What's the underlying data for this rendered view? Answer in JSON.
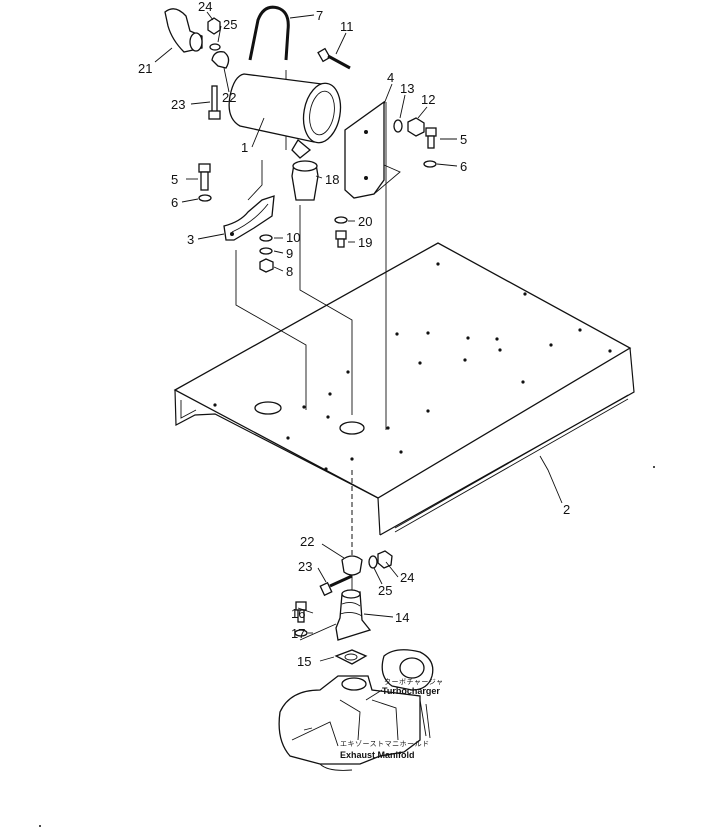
{
  "callouts": {
    "c1": "1",
    "c2": "2",
    "c3": "3",
    "c4": "4",
    "c5a": "5",
    "c5b": "5",
    "c6a": "6",
    "c6b": "6",
    "c7": "7",
    "c8": "8",
    "c9": "9",
    "c10": "10",
    "c11": "11",
    "c12": "12",
    "c13": "13",
    "c14": "14",
    "c15": "15",
    "c16": "16",
    "c17": "17",
    "c18": "18",
    "c19": "19",
    "c20": "20",
    "c21": "21",
    "c22a": "22",
    "c22b": "22",
    "c23a": "23",
    "c23b": "23",
    "c24a": "24",
    "c24b": "24",
    "c25a": "25",
    "c25b": "25"
  },
  "labels": {
    "turbo_jp": "ターボチャージャ",
    "turbo_en": "Turbocharger",
    "exhaust_jp": "エキゾーストマニホールド",
    "exhaust_en": "Exhaust Manifold"
  }
}
